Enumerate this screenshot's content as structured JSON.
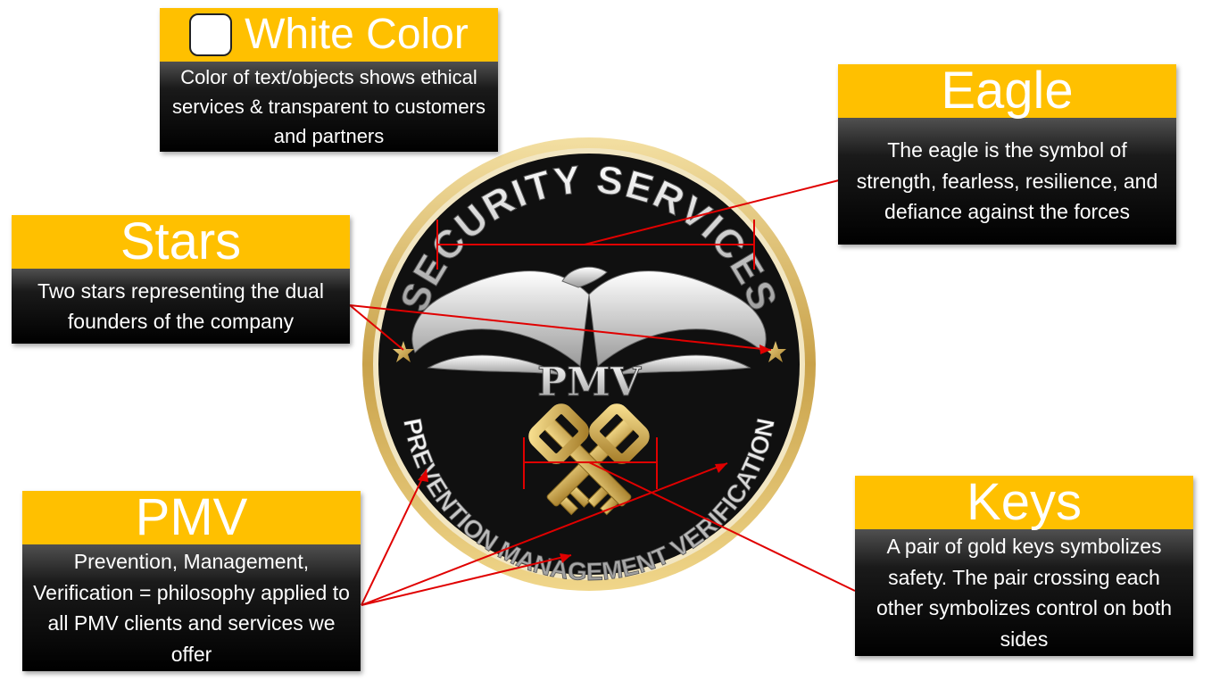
{
  "cards": {
    "white_color": {
      "title": "White Color",
      "text": "Color of text/objects shows ethical services & transparent to customers and partners"
    },
    "eagle": {
      "title": "Eagle",
      "text": "The eagle is the symbol of strength, fearless, resilience, and defiance against the forces"
    },
    "stars": {
      "title": "Stars",
      "text": "Two stars representing the dual founders of the company"
    },
    "pmv": {
      "title": "PMV",
      "text": "Prevention, Management, Verification = philosophy applied to all PMV clients and services we offer"
    },
    "keys": {
      "title": "Keys",
      "text": "A pair of gold keys symbolizes safety. The pair crossing each other symbolizes control on both sides"
    }
  },
  "emblem": {
    "top_text": "SECURITY SERVICES",
    "center_text": "PMV",
    "bottom_text": "PREVENTION MANAGEMENT VERIFICATION"
  },
  "colors": {
    "header": "#ffc000",
    "body": "#000000",
    "connector": "#e00000",
    "gold": "#c9a24a"
  }
}
